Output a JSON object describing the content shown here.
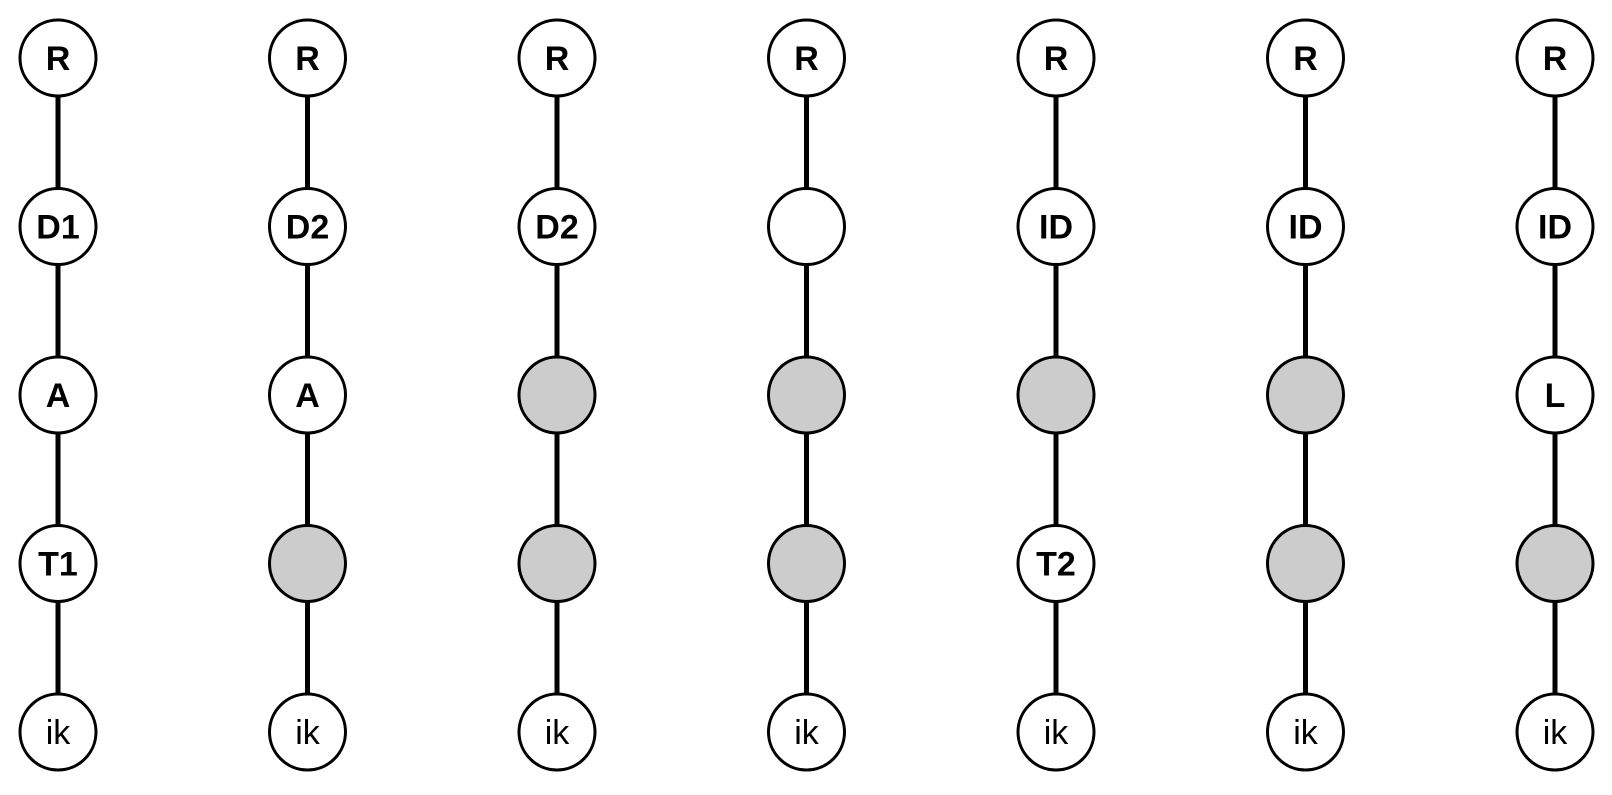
{
  "colors": {
    "empty_fill": "#ffffff",
    "shaded_fill": "#cccccc",
    "stroke": "#000000"
  },
  "chains": [
    {
      "nodes": [
        {
          "label": "R",
          "style": "bold",
          "fill": "empty"
        },
        {
          "label": "D1",
          "style": "bold",
          "fill": "empty"
        },
        {
          "label": "A",
          "style": "bold",
          "fill": "empty"
        },
        {
          "label": "T1",
          "style": "bold",
          "fill": "empty"
        },
        {
          "label": "ik",
          "style": "regular",
          "fill": "empty"
        }
      ]
    },
    {
      "nodes": [
        {
          "label": "R",
          "style": "bold",
          "fill": "empty"
        },
        {
          "label": "D2",
          "style": "bold",
          "fill": "empty"
        },
        {
          "label": "A",
          "style": "bold",
          "fill": "empty"
        },
        {
          "label": "",
          "style": "bold",
          "fill": "shaded"
        },
        {
          "label": "ik",
          "style": "regular",
          "fill": "empty"
        }
      ]
    },
    {
      "nodes": [
        {
          "label": "R",
          "style": "bold",
          "fill": "empty"
        },
        {
          "label": "D2",
          "style": "bold",
          "fill": "empty"
        },
        {
          "label": "",
          "style": "bold",
          "fill": "shaded"
        },
        {
          "label": "",
          "style": "bold",
          "fill": "shaded"
        },
        {
          "label": "ik",
          "style": "regular",
          "fill": "empty"
        }
      ]
    },
    {
      "nodes": [
        {
          "label": "R",
          "style": "bold",
          "fill": "empty"
        },
        {
          "label": "",
          "style": "bold",
          "fill": "empty"
        },
        {
          "label": "",
          "style": "bold",
          "fill": "shaded"
        },
        {
          "label": "",
          "style": "bold",
          "fill": "shaded"
        },
        {
          "label": "ik",
          "style": "regular",
          "fill": "empty"
        }
      ]
    },
    {
      "nodes": [
        {
          "label": "R",
          "style": "bold",
          "fill": "empty"
        },
        {
          "label": "ID",
          "style": "bold",
          "fill": "empty"
        },
        {
          "label": "",
          "style": "bold",
          "fill": "shaded"
        },
        {
          "label": "T2",
          "style": "bold",
          "fill": "empty"
        },
        {
          "label": "ik",
          "style": "regular",
          "fill": "empty"
        }
      ]
    },
    {
      "nodes": [
        {
          "label": "R",
          "style": "bold",
          "fill": "empty"
        },
        {
          "label": "ID",
          "style": "bold",
          "fill": "empty"
        },
        {
          "label": "",
          "style": "bold",
          "fill": "shaded"
        },
        {
          "label": "",
          "style": "bold",
          "fill": "shaded"
        },
        {
          "label": "ik",
          "style": "regular",
          "fill": "empty"
        }
      ]
    },
    {
      "nodes": [
        {
          "label": "R",
          "style": "bold",
          "fill": "empty"
        },
        {
          "label": "ID",
          "style": "bold",
          "fill": "empty"
        },
        {
          "label": "L",
          "style": "bold",
          "fill": "empty"
        },
        {
          "label": "",
          "style": "bold",
          "fill": "shaded"
        },
        {
          "label": "ik",
          "style": "regular",
          "fill": "empty"
        }
      ]
    }
  ]
}
